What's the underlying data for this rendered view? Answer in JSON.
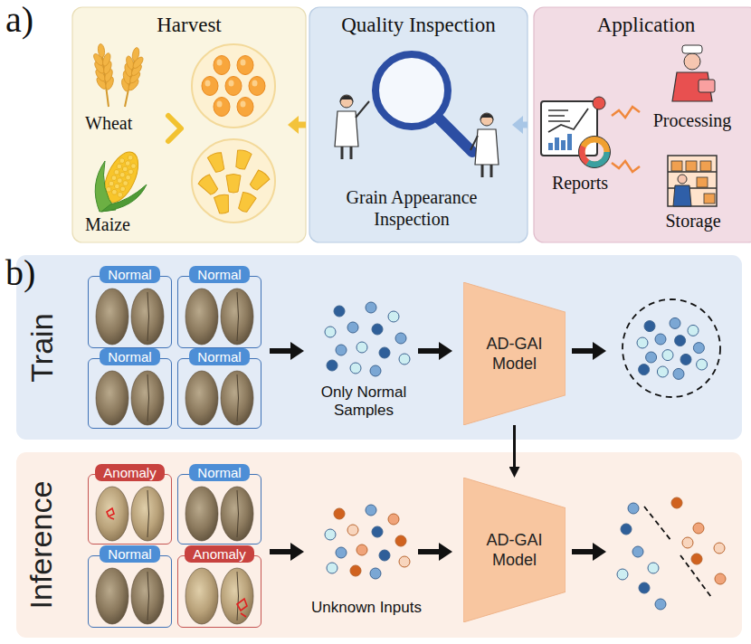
{
  "diagram": {
    "nodes": [
      {
        "text": [
          "Harvest"
        ]
      },
      {
        "text": [
          "Quality Inspection"
        ]
      },
      {
        "text": [
          "Application"
        ]
      },
      {
        "text": [
          "Train"
        ]
      },
      {
        "text": [
          "Normal"
        ],
        "in": 3
      },
      {
        "text": [
          "Normal"
        ],
        "in": 3
      },
      {
        "text": [
          "Normal"
        ],
        "in": 3
      },
      {
        "text": [
          "Normal"
        ],
        "in": 3
      },
      {
        "text": [
          "AD-GAI Model"
        ],
        "in": 3
      },
      {
        "text": [
          "Inference"
        ]
      },
      {
        "text": [
          "Anomaly"
        ],
        "in": 9
      },
      {
        "text": [
          "Normal"
        ],
        "in": 9
      },
      {
        "text": [
          "Normal"
        ],
        "in": 9
      },
      {
        "text": [
          "Anomaly"
        ],
        "in": 9
      },
      {
        "text": [
          "AD-GAI Model"
        ],
        "in": 9
      }
    ],
    "edges": [
      {
        "from": 0,
        "to": 1,
        "arrow": "to"
      },
      {
        "from": 1,
        "to": 2,
        "arrow": "to"
      },
      {
        "from": 8,
        "to": 14,
        "arrow": "to"
      }
    ],
    "labels": [
      "a)",
      "Wheat",
      "Maize",
      "Grain Appearance Inspection",
      "Reports",
      "Processing",
      "Storage",
      "b)",
      "Only Normal Samples",
      "Unknown Inputs"
    ]
  }
}
